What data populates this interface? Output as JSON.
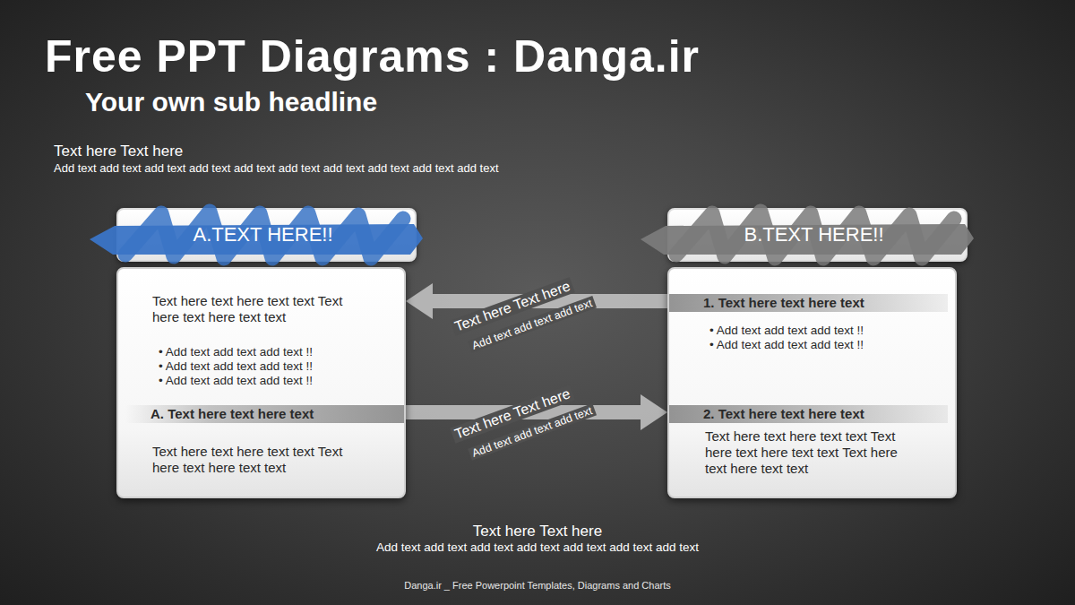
{
  "diagram": {
    "title": "Free PPT Diagrams : Danga.ir",
    "nodes": [
      {
        "text": [
          "A.TEXT HERE!!"
        ]
      },
      {
        "text": [
          "Text here text here text text Text here text here text text",
          "• Add text add text add text !!",
          "• Add text add text add text !!",
          "• Add text add text add text !!",
          "A. Text here text here text",
          "Text here text here text text Text here text here text text"
        ]
      },
      {
        "text": [
          "B.TEXT HERE!!"
        ]
      },
      {
        "text": [
          "1. Text here text here text",
          "• Add text add text add text !!",
          "• Add text add text add text !!",
          "2. Text here text here text",
          "Text here text here text text Text here text here text text Text here text here text text"
        ]
      }
    ],
    "edges": [
      {
        "from": 3,
        "to": 1,
        "arrow": "to",
        "label": "Text here Text here"
      },
      {
        "from": 1,
        "to": 3,
        "arrow": "to",
        "label": "Text here Text here"
      }
    ],
    "labels": [
      "Your own sub headline",
      "Text here Text here",
      "Add text add text add text add text add text add text add text add text add text add text",
      "Add text add text add text",
      "Add text add text add text",
      "Text here Text here",
      "Add text add text add text add text add text add text add text",
      "Danga.ir _ Free Powerpoint Templates, Diagrams and Charts"
    ]
  }
}
